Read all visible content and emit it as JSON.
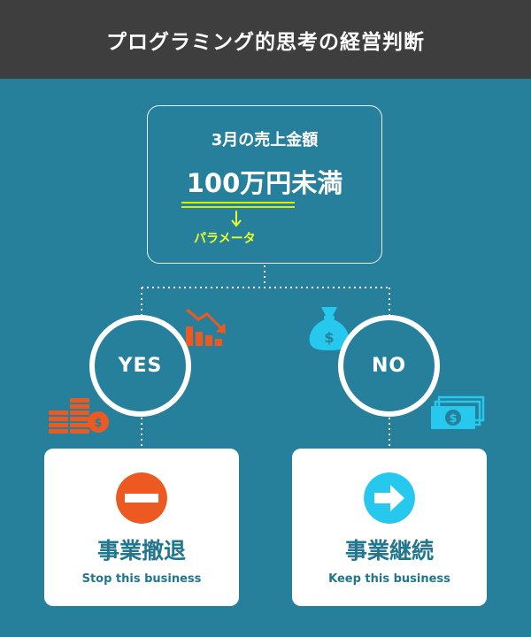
{
  "header": {
    "title": "プログラミング的思考の経営判断"
  },
  "condition": {
    "label": "3月の売上金額",
    "value": "100万円未満",
    "parameter_label": "パラメータ"
  },
  "branches": {
    "yes": {
      "circle_label": "YES",
      "title": "事業撤退",
      "subtitle": "Stop this business"
    },
    "no": {
      "circle_label": "NO",
      "title": "事業継続",
      "subtitle": "Keep this business"
    }
  },
  "icons": {
    "chart_down": "chart-down-icon",
    "coins": "coins-icon",
    "money_bag": "money-bag-icon",
    "cash_stack": "cash-stack-icon",
    "stop": "stop-icon",
    "arrow_right": "arrow-right-icon"
  },
  "colors": {
    "background": "#27809b",
    "header": "#3e3e3e",
    "accent_orange": "#ec5a21",
    "accent_cyan": "#27c8ee",
    "highlight_yellow": "#d8f000",
    "text_teal": "#22768d"
  }
}
